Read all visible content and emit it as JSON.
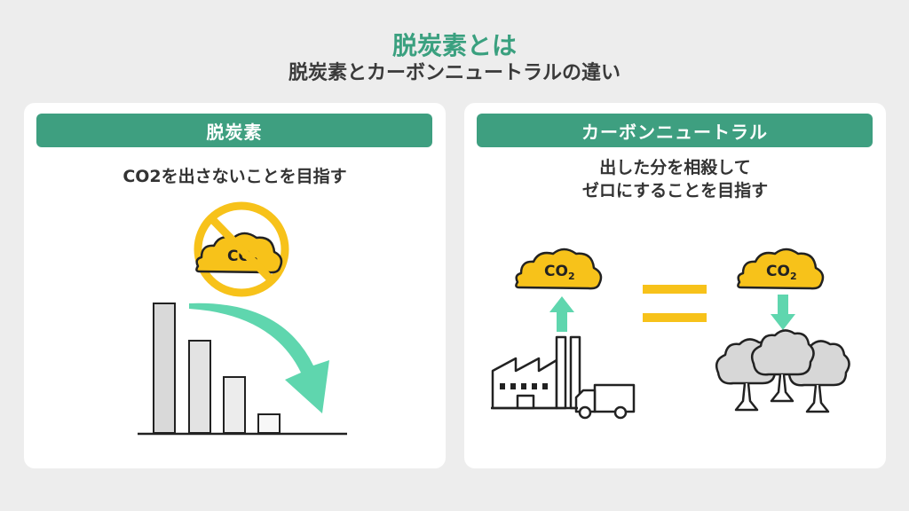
{
  "header": {
    "title": "脱炭素とは",
    "subtitle": "脱炭素とカーボンニュートラルの違い"
  },
  "left_panel": {
    "heading": "脱炭素",
    "description": "CO2を出さないことを目指す",
    "cloud_label": "CO",
    "cloud_subscript": "2"
  },
  "right_panel": {
    "heading": "カーボンニュートラル",
    "description_line1": "出した分を相殺して",
    "description_line2": "ゼロにすることを目指す",
    "cloud_label": "CO",
    "cloud_subscript": "2"
  },
  "colors": {
    "accent_green": "#3e9f80",
    "arrow_mint": "#5fd6ae",
    "cloud_yellow": "#f7c21a"
  }
}
